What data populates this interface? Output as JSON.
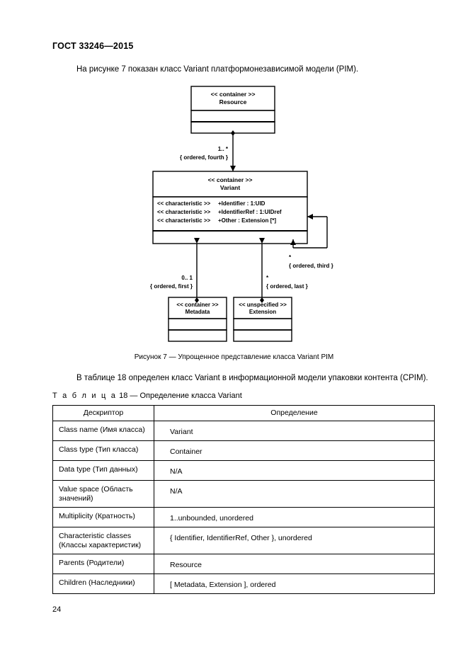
{
  "document": {
    "standard_header": "ГОСТ 33246—2015",
    "page_number": "24"
  },
  "body": {
    "paragraph_1": "На рисунке 7 показан класс Variant платформонезависимой модели (PIM).",
    "paragraph_2": "В таблице 18 определен класс Variant в информационной модели упаковки контента (CPIM).",
    "table_caption_label": "Т а б л и ц а",
    "table_caption_rest": "18 — Определение класса Variant"
  },
  "figure": {
    "caption": "Рисунок 7 — Упрощенное представление класса Variant PIM",
    "classes": {
      "resource": {
        "stereotype": "<< container >>",
        "name": "Resource"
      },
      "variant": {
        "stereotype": "<< container >>",
        "name": "Variant",
        "characteristics": [
          {
            "stereotype": "<< characteristic >>",
            "member": "+Identifier : 1:UID"
          },
          {
            "stereotype": "<< characteristic >>",
            "member": "+IdentifierRef : 1:UIDref"
          },
          {
            "stereotype": "<< characteristic >>",
            "member": "+Other : Extension [*]"
          }
        ]
      },
      "metadata": {
        "stereotype": "<< container >>",
        "name": "Metadata"
      },
      "extension": {
        "stereotype": "<< unspecified >>",
        "name": "Extension"
      }
    },
    "associations": {
      "resource_variant": {
        "multiplicity": "1.. *",
        "constraint": "{ ordered, fourth }"
      },
      "variant_metadata": {
        "multiplicity": "0.. 1",
        "constraint": "{ ordered, first }"
      },
      "variant_extension": {
        "multiplicity": "*",
        "constraint": "{ ordered, last }"
      },
      "variant_self": {
        "multiplicity": "*",
        "constraint": "{ ordered, third }"
      }
    }
  },
  "table": {
    "headers": [
      "Дескриптор",
      "Определение"
    ],
    "rows": [
      {
        "descriptor": "Class name (Имя класса)",
        "definition": "Variant"
      },
      {
        "descriptor": "Class type (Тип класса)",
        "definition": "Container"
      },
      {
        "descriptor": "Data type (Тип данных)",
        "definition": "N/A"
      },
      {
        "descriptor": "Value space (Область значений)",
        "definition": "N/A"
      },
      {
        "descriptor": "Multiplicity (Кратность)",
        "definition": "1..unbounded, unordered"
      },
      {
        "descriptor": "Characteristic classes (Классы характеристик)",
        "definition": "{ Identifier, IdentifierRef, Other }, unordered"
      },
      {
        "descriptor": "Parents (Родители)",
        "definition": "Resource"
      },
      {
        "descriptor": "Children (Наследники)",
        "definition": "[ Metadata, Extension ], ordered"
      }
    ]
  }
}
